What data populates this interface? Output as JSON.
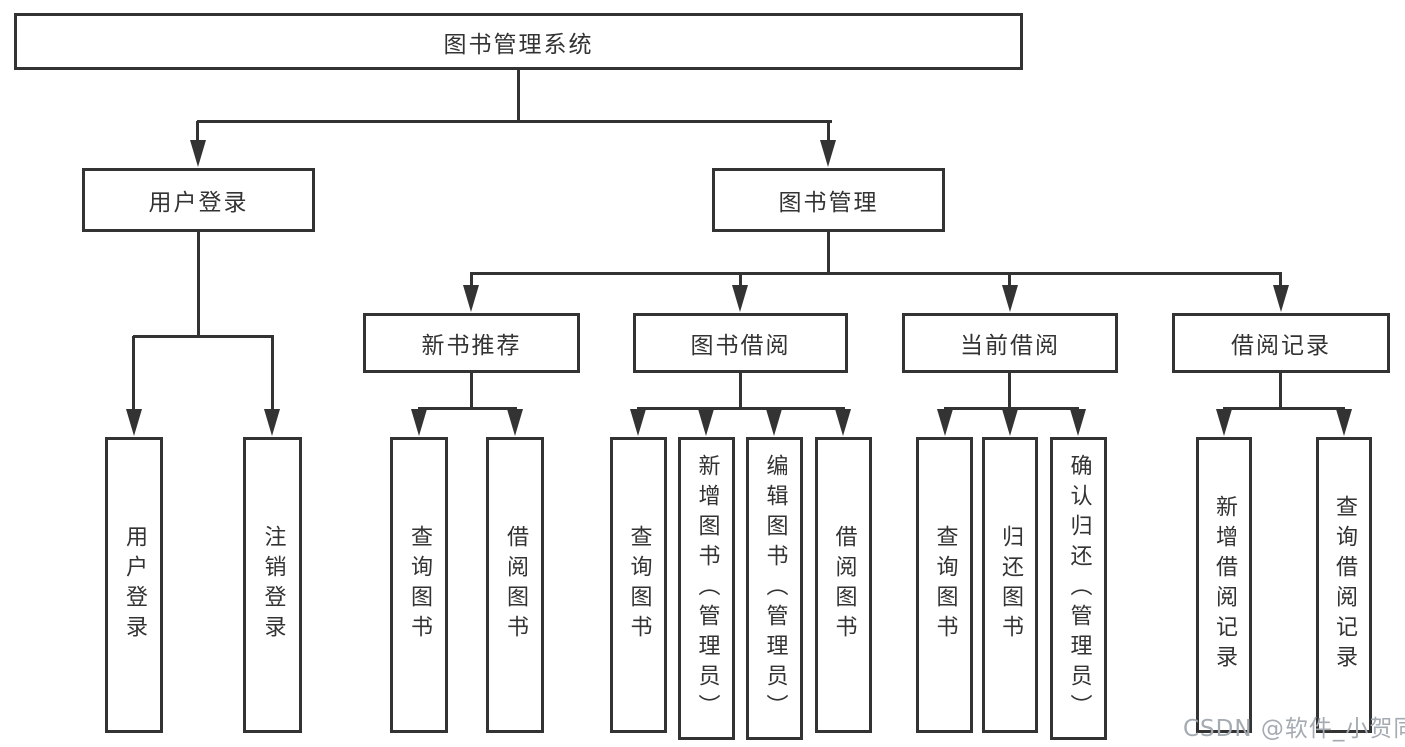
{
  "tree": {
    "root": {
      "label": "图书管理系统"
    },
    "user_login": {
      "label": "用户登录",
      "children": [
        {
          "label": "用户登录"
        },
        {
          "label": "注销登录"
        }
      ]
    },
    "book_mgmt": {
      "label": "图书管理"
    },
    "new_book": {
      "label": "新书推荐",
      "children": [
        {
          "label": "查询图书"
        },
        {
          "label": "借阅图书"
        }
      ]
    },
    "book_borrow": {
      "label": "图书借阅",
      "children": [
        {
          "label": "查询图书"
        },
        {
          "label": "新增图书（管理员）"
        },
        {
          "label": "编辑图书（管理员）"
        },
        {
          "label": "借阅图书"
        }
      ]
    },
    "current_borrow": {
      "label": "当前借阅",
      "children": [
        {
          "label": "查询图书"
        },
        {
          "label": "归还图书"
        },
        {
          "label": "确认归还（管理员）"
        }
      ]
    },
    "borrow_record": {
      "label": "借阅记录",
      "children": [
        {
          "label": "新增借阅记录"
        },
        {
          "label": "查询借阅记录"
        }
      ]
    }
  },
  "watermark": {
    "text": "CSDN @软件_小贺同学"
  },
  "colors": {
    "line": "#333333",
    "text": "#333333",
    "watermark": "#a5abb2",
    "background": "#ffffff"
  }
}
